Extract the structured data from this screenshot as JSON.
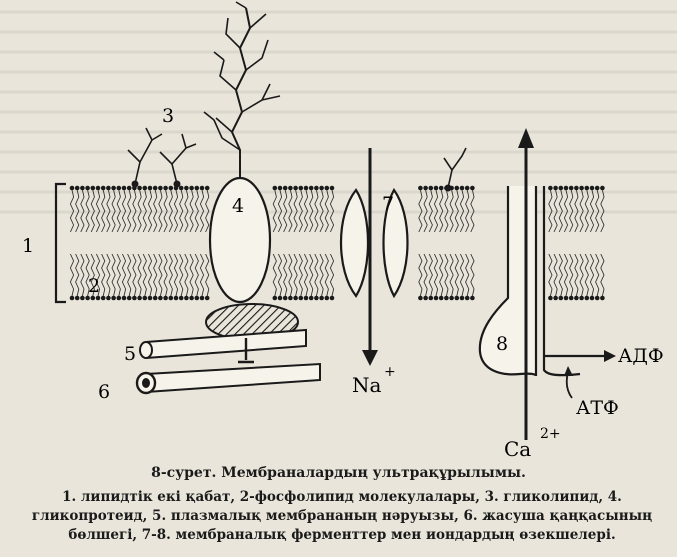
{
  "labels": {
    "l1": "1",
    "l2": "2",
    "l3": "3",
    "l4": "4",
    "l5": "5",
    "l6": "6",
    "l7": "7",
    "l8": "8",
    "na": "Na",
    "na_sup": "+",
    "ca": "Ca",
    "ca_sup": "2+",
    "adp": "АДФ",
    "atp": "АТФ"
  },
  "caption": {
    "title": "8-сурет. Мембраналардың ультрақұрылымы.",
    "body": "1. липидтік екі қабат, 2-фосфолипид молекулалары, 3. гликолипид, 4. гликопротеид, 5. плазмалық мембрананың нәруызы, 6. жасуша қаңқасының бөлшегі, 7-8. мембраналық ферменттер мен иондардың өзекшелері."
  }
}
